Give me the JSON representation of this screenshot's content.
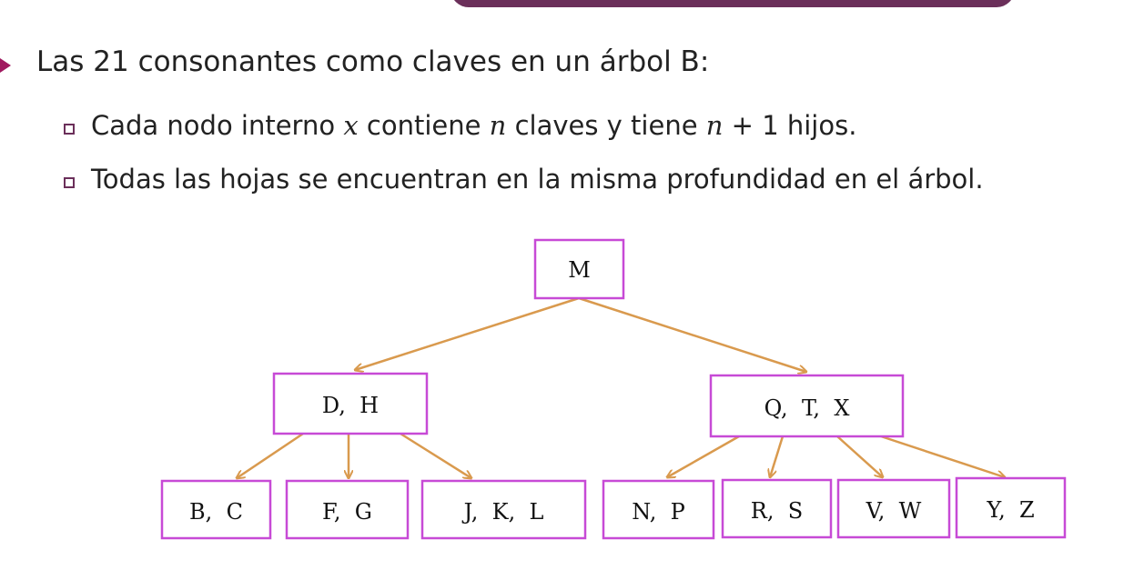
{
  "heading": "Las 21 consonantes como claves en un árbol B:",
  "bullets": [
    {
      "pre": "Cada nodo interno ",
      "var1": "x",
      "mid": " contiene ",
      "var2": "n",
      "mid2": " claves y tiene ",
      "var3": "n",
      "post": " + 1 hijos."
    },
    {
      "text": "Todas las hojas se encuentran en la misma profundidad en el árbol."
    }
  ],
  "tree": {
    "root": "M",
    "level1": [
      "D,  H",
      "Q,  T,  X"
    ],
    "leaves": [
      "B,  C",
      "F,  G",
      "J,  K,  L",
      "N,  P",
      "R,  S",
      "V,  W",
      "Y,  Z"
    ]
  },
  "colors": {
    "node_border": "#c74ad6",
    "edge": "#d99a4e",
    "accent": "#a0195f",
    "title_bar": "#6b2f5a"
  }
}
